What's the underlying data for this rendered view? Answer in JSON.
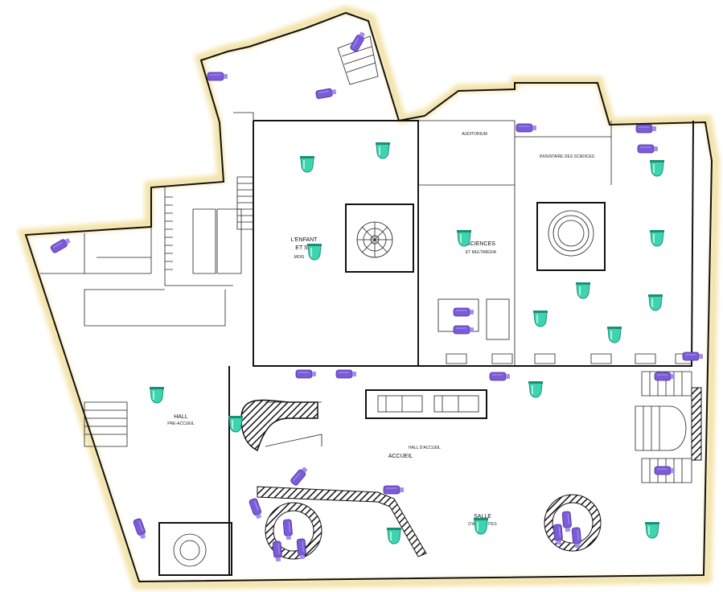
{
  "colors": {
    "wall": "#111111",
    "halo": "#f3e3a8",
    "speaker": "#3fd4b0",
    "speaker_dark": "#1b8f76",
    "projector": "#7b5cd6",
    "projector_light": "#a48df0"
  },
  "icons": {
    "speaker": "ceiling-speaker-icon",
    "projector": "video-projector-icon"
  },
  "labels": {
    "enfant": [
      "L'ENFANT",
      "ET S",
      "MOIS"
    ],
    "hall": [
      "HALL",
      "PRE-ACCUEIL"
    ],
    "accueil": "ACCUEIL",
    "hall_accueil": "HALL D'ACCUEIL",
    "salle": [
      "SALLE",
      "D'ACTUALITES"
    ],
    "sciences": [
      "SCIENCES",
      "ET MULTIMEDIA"
    ],
    "auditorium": "AUDITORIUM",
    "inventaire": "INVENTAIRE DES SCIENCES"
  }
}
